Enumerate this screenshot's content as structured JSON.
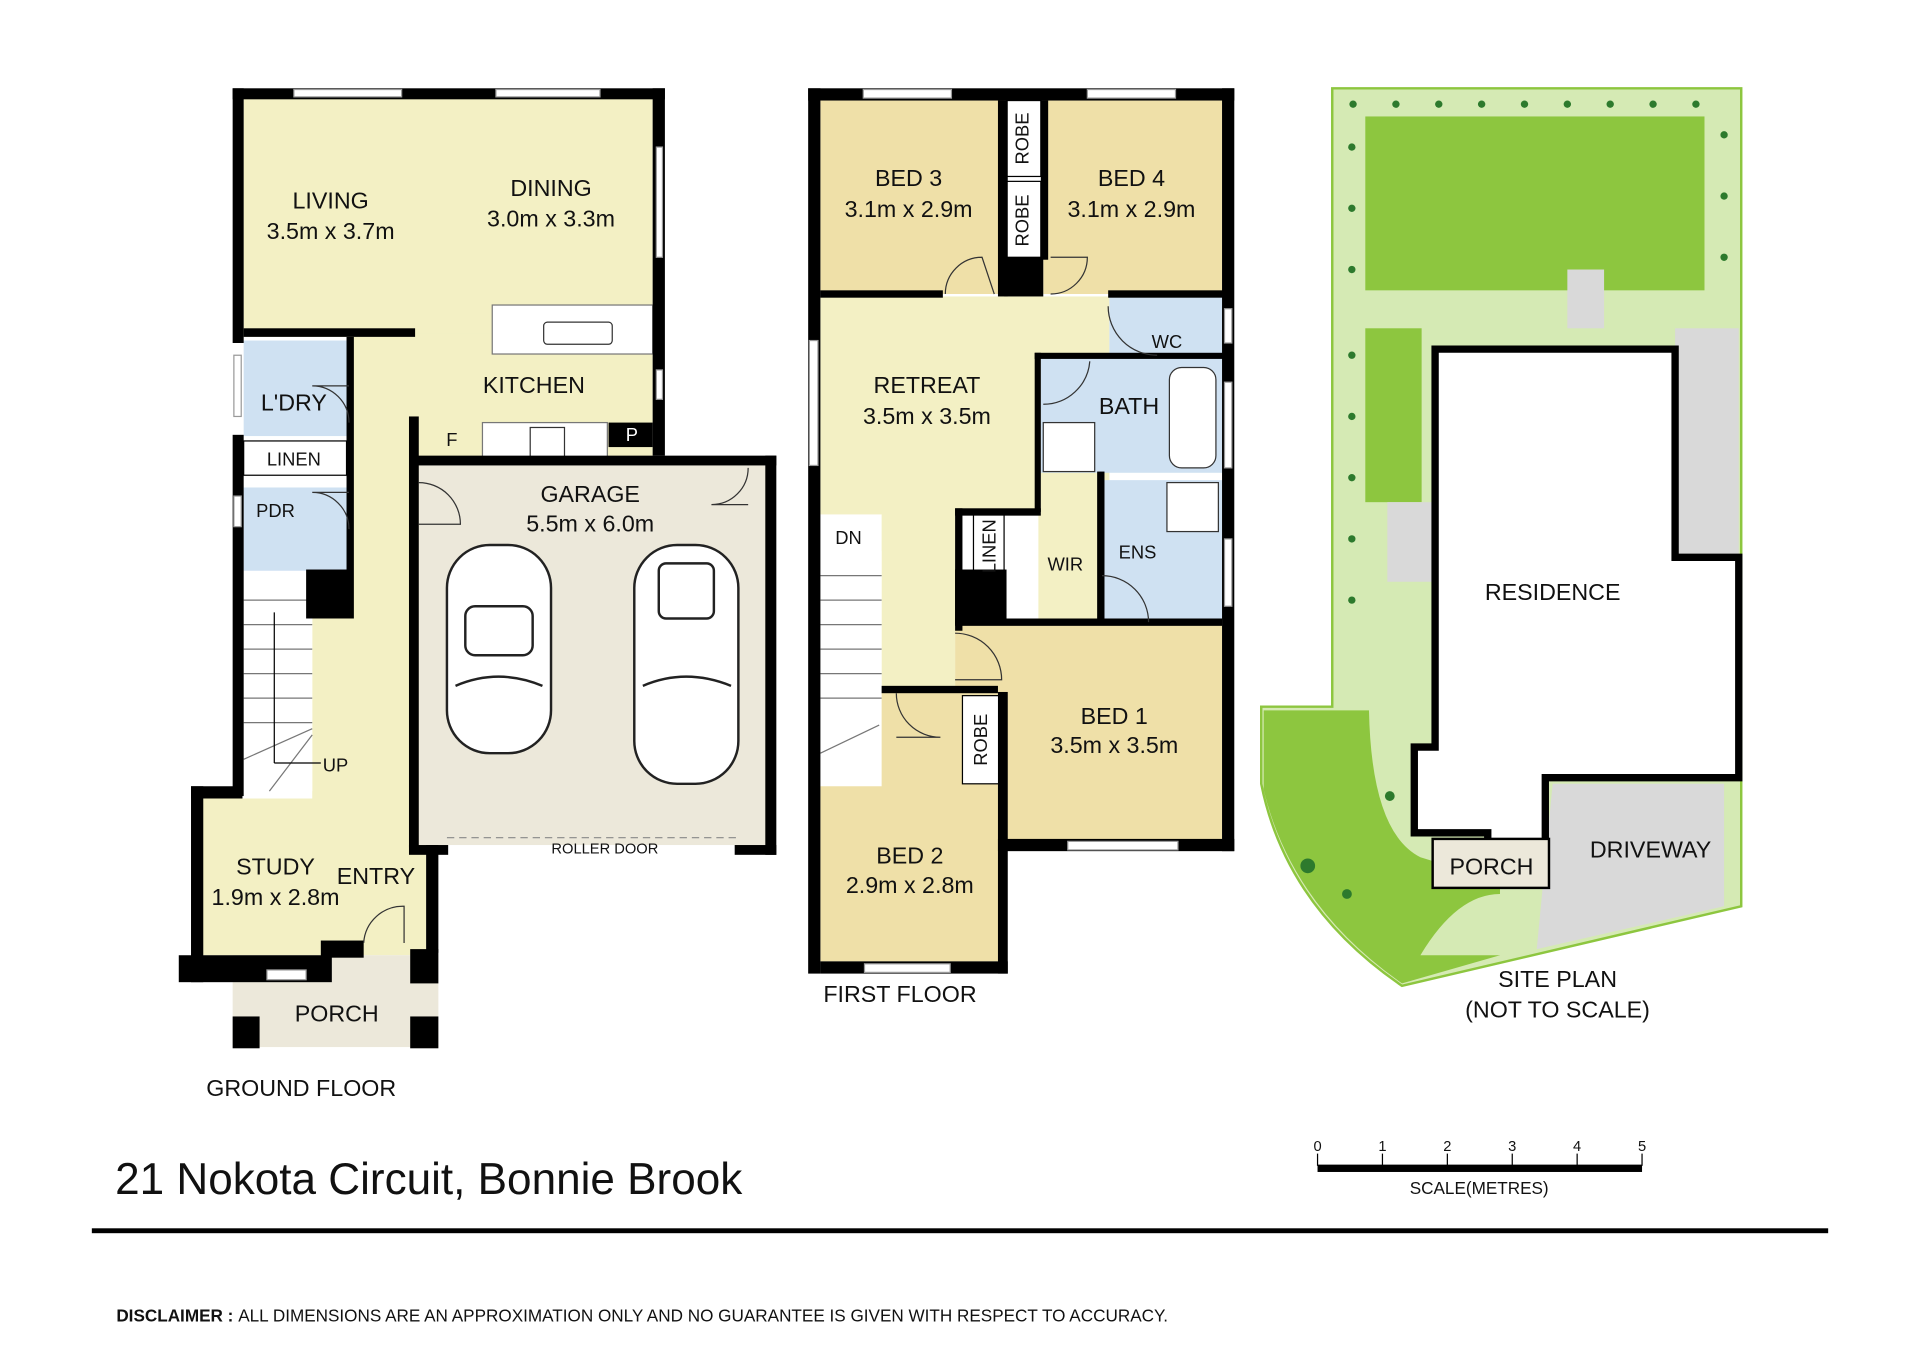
{
  "ground_floor": {
    "label": "GROUND FLOOR",
    "rooms": {
      "living": {
        "name": "LIVING",
        "size": "3.5m x 3.7m"
      },
      "dining": {
        "name": "DINING",
        "size": "3.0m x 3.3m"
      },
      "kitchen": {
        "name": "KITCHEN"
      },
      "laundry": {
        "name": "L'DRY"
      },
      "linen": {
        "name": "LINEN"
      },
      "pdr": {
        "name": "PDR"
      },
      "garage": {
        "name": "GARAGE",
        "size": "5.5m x 6.0m"
      },
      "roller_door": "ROLLER DOOR",
      "study": {
        "name": "STUDY",
        "size": "1.9m x 2.8m"
      },
      "entry": {
        "name": "ENTRY"
      },
      "porch": {
        "name": "PORCH"
      },
      "fridge": "F",
      "pantry": "P",
      "stairs": "UP"
    }
  },
  "first_floor": {
    "label": "FIRST FLOOR",
    "rooms": {
      "bed3": {
        "name": "BED 3",
        "size": "3.1m x 2.9m"
      },
      "bed4": {
        "name": "BED 4",
        "size": "3.1m x 2.9m"
      },
      "robe": "ROBE",
      "retreat": {
        "name": "RETREAT",
        "size": "3.5m x 3.5m"
      },
      "wc": "WC",
      "bath": "BATH",
      "linen": "LINEN",
      "wir": "WIR",
      "ens": "ENS",
      "bed1": {
        "name": "BED 1",
        "size": "3.5m x 3.5m"
      },
      "bed2": {
        "name": "BED 2",
        "size": "2.9m x 2.8m"
      },
      "stairs": "DN"
    }
  },
  "site_plan": {
    "label": "SITE PLAN",
    "note": "(NOT TO SCALE)",
    "residence": "RESIDENCE",
    "porch": "PORCH",
    "driveway": "DRIVEWAY"
  },
  "scale": {
    "label": "SCALE(METRES)",
    "ticks": [
      "0",
      "1",
      "2",
      "3",
      "4",
      "5"
    ]
  },
  "address": "21 Nokota Circuit, Bonnie Brook",
  "disclaimer": {
    "label": "DISCLAIMER :",
    "text": "ALL DIMENSIONS ARE AN APPROXIMATION ONLY AND NO GUARANTEE IS GIVEN WITH RESPECT TO ACCURACY."
  },
  "colors": {
    "living": "#f3f0c4",
    "bedroom": "#efe0a8",
    "wet": "#cfe1f2",
    "garage": "#ece8da",
    "lawn": "#8dc63f",
    "yard": "#d5eab4",
    "driveway": "#d9d9d9"
  }
}
